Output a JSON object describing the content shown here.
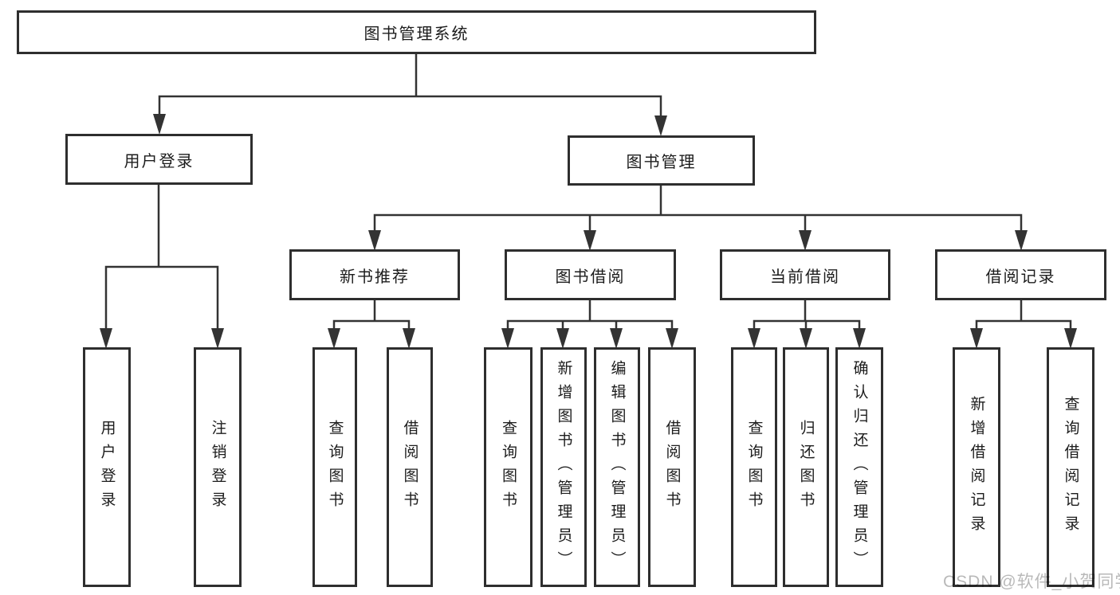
{
  "diagram": {
    "root": {
      "label": "图书管理系统"
    },
    "level2": {
      "user_login": {
        "label": "用户登录"
      },
      "book_management": {
        "label": "图书管理"
      }
    },
    "level3": {
      "new_book_recommend": {
        "label": "新书推荐"
      },
      "book_borrow": {
        "label": "图书借阅"
      },
      "current_borrow": {
        "label": "当前借阅"
      },
      "borrow_records": {
        "label": "借阅记录"
      }
    },
    "leaves": {
      "user_login_login": {
        "label": "用户登录"
      },
      "user_login_logout": {
        "label": "注销登录"
      },
      "recommend_query_books": {
        "label": "查询图书"
      },
      "recommend_borrow_books": {
        "label": "借阅图书"
      },
      "borrow_query_books": {
        "label": "查询图书"
      },
      "borrow_add_books": {
        "label": "新增图书（管理员）"
      },
      "borrow_edit_books": {
        "label": "编辑图书（管理员）"
      },
      "borrow_borrow_books": {
        "label": "借阅图书"
      },
      "current_query_books": {
        "label": "查询图书"
      },
      "current_return_books": {
        "label": "归还图书"
      },
      "current_confirm_return": {
        "label": "确认归还（管理员）"
      },
      "records_add_record": {
        "label": "新增借阅记录"
      },
      "records_query_record": {
        "label": "查询借阅记录"
      }
    }
  },
  "watermark": {
    "text": "CSDN @软件_小贺同学"
  },
  "colors": {
    "line": "#333333",
    "border": "#2e2e2e",
    "text": "#1c1c1c",
    "watermark_gray": "#b8b8b8"
  }
}
